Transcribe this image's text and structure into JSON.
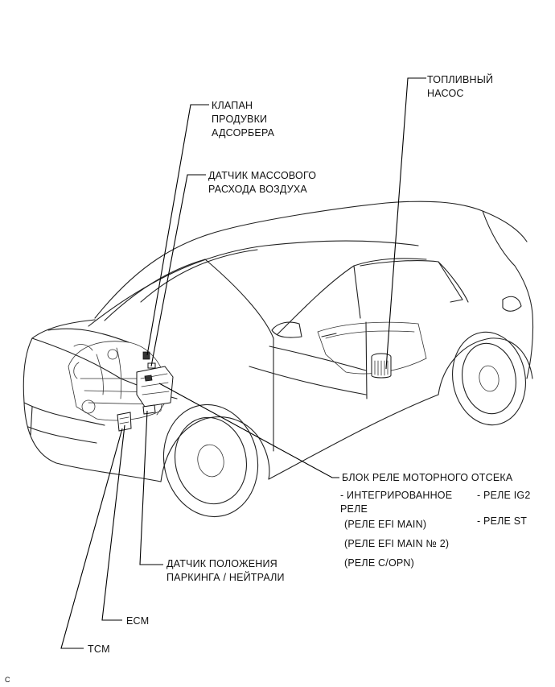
{
  "labels": {
    "fuel_pump": [
      "ТОПЛИВНЫЙ",
      "НАСОС"
    ],
    "purge_valve": [
      "КЛАПАН",
      "ПРОДУВКИ",
      "АДСОРБЕРА"
    ],
    "mass_air_flow": [
      "ДАТЧИК МАССОВОГО",
      "РАСХОДА ВОЗДУХА"
    ],
    "relay_block": {
      "title": "БЛОК РЕЛЕ МОТОРНОГО ОТСЕКА",
      "integrated": [
        "- ИНТЕГРИРОВАННОЕ",
        "РЕЛЕ"
      ],
      "sub_items": [
        "(РЕЛЕ EFI MAIN)",
        "(РЕЛЕ EFI MAIN № 2)",
        "(РЕЛЕ C/OPN)"
      ],
      "right_items": [
        "- РЕЛЕ IG2",
        "- РЕЛЕ ST"
      ]
    },
    "park_neutral": [
      "ДАТЧИК ПОЛОЖЕНИЯ",
      "ПАРКИНГА / НЕЙТРАЛИ"
    ],
    "ecm": "ECM",
    "tcm": "TCM",
    "corner_mark": "C"
  }
}
